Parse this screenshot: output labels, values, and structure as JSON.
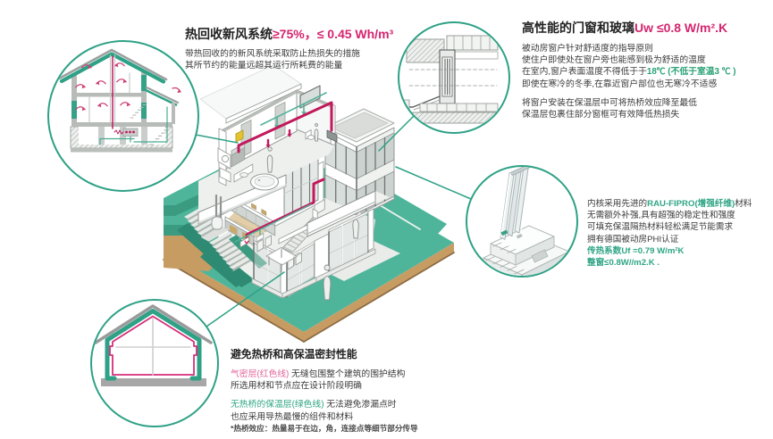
{
  "colors": {
    "accent_teal": "#2ea186",
    "ground_teal": "#4eb59b",
    "magenta": "#d5256f",
    "pink_text": "#e2679c",
    "green_text": "#2aa276",
    "teal_text": "#2fa585",
    "duct_red": "#c2195c",
    "earth_tan": "#c79c63",
    "text_dark": "#2b2b2b"
  },
  "ventilation": {
    "title_black": "热回收新风系统",
    "title_magenta": "≥75%，≤ 0.45 Wh/m³",
    "line1": "带热回收的的新风系统采取防止热损失的措施",
    "line2": "其所节约的能量远超其运行所耗费的能量"
  },
  "windows": {
    "title_black": "高性能的门窗和玻璃",
    "title_magenta": "Uw ≤0.8 W/m².K",
    "line1": "被动房窗户针对舒适度的指导原则",
    "line2": "使住户即使处在窗户旁也能感到极为舒适的温度",
    "line3_black": "在室内,窗户表面温度不得低于于",
    "line3_green": "18℃ (不低于室温3 ℃ )",
    "line4": "即使在寒冷的冬季,在靠近窗户部位也无寒冷不适感",
    "line5": "将窗户安装在保温层中可将热桥效应降至最低",
    "line6": "保温层包裹住部分窗框可有效降低热损失"
  },
  "profile": {
    "line1_black_a": "内核采用先进的",
    "line1_teal": "RAU-FIPRO(增强纤维)",
    "line1_black_b": "材料",
    "line2": "无需额外补强,具有超强的稳定性和强度",
    "line3": "可填充保温隔热材料轻松满足节能需求",
    "line4": "拥有德国被动房PHI认证",
    "line5": "传热系数Uf =0.79 W/m²K",
    "line6": "整窗≤0.8W//m2.K ."
  },
  "thermal": {
    "title": "避免热桥和高保温密封性能",
    "line1_pink": "气密层(红色线)",
    "line1_black": " 无缝包围整个建筑的围护结构",
    "line2": "所选用材和节点应在设计阶段明确",
    "line3_green": "无热桥的保温层(绿色线)",
    "line3_black": " 无法避免渗漏点时",
    "line4": "也应采用导热最慢的组件和材料",
    "footnote": "*热桥效应：热量易于在边，角，连接点等细节部分传导"
  }
}
